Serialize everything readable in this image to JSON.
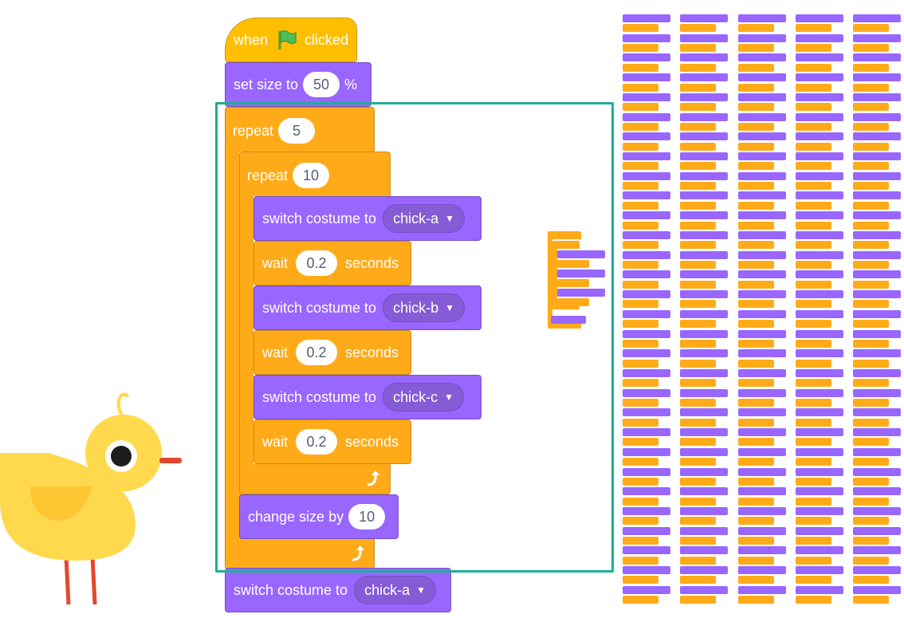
{
  "script": {
    "hat": {
      "when": "when",
      "clicked": "clicked",
      "flag_icon": "green-flag-icon"
    },
    "set_size": {
      "label": "set size to",
      "value": "50",
      "unit": "%"
    },
    "repeat_outer": {
      "label": "repeat",
      "value": "5"
    },
    "repeat_inner": {
      "label": "repeat",
      "value": "10"
    },
    "switch_1": {
      "label": "switch costume to",
      "value": "chick-a"
    },
    "wait_1": {
      "label": "wait",
      "value": "0.2",
      "unit": "seconds"
    },
    "switch_2": {
      "label": "switch costume to",
      "value": "chick-b"
    },
    "wait_2": {
      "label": "wait",
      "value": "0.2",
      "unit": "seconds"
    },
    "switch_3": {
      "label": "switch costume to",
      "value": "chick-c"
    },
    "wait_3": {
      "label": "wait",
      "value": "0.2",
      "unit": "seconds"
    },
    "change_size": {
      "label": "change size by",
      "value": "10"
    },
    "switch_final": {
      "label": "switch costume to",
      "value": "chick-a"
    }
  },
  "colors": {
    "control": "#ffab19",
    "looks": "#9966ff",
    "events": "#ffbf00",
    "selection": "#1fae96"
  },
  "icons": {
    "loop_arrow": "loop-arrow-icon",
    "dropdown": "dropdown-caret-icon"
  }
}
